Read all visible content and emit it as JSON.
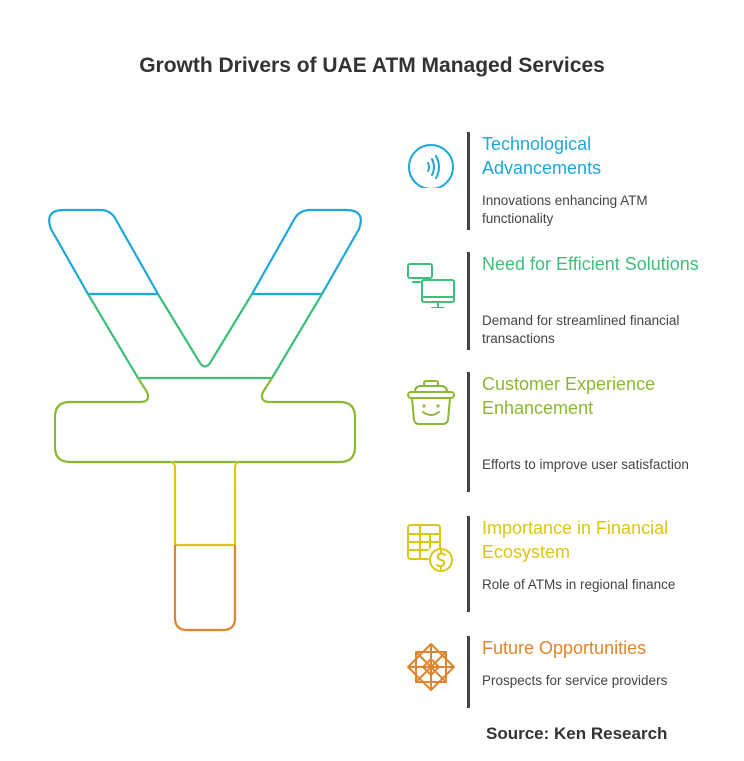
{
  "title": "Growth Drivers of UAE ATM Managed Services",
  "items": [
    {
      "title": "Technological Advancements",
      "desc": "Innovations enhancing ATM functionality",
      "icon": "contactless-icon",
      "color": "#1ea8d8"
    },
    {
      "title": "Need for Efficient Solutions",
      "desc": "Demand for streamlined financial transactions",
      "icon": "monitors-icon",
      "color": "#3dbf7a"
    },
    {
      "title": "Customer Experience Enhancement",
      "desc": "Efforts to improve user satisfaction",
      "icon": "smiling-basket-icon",
      "color": "#8ab833"
    },
    {
      "title": "Importance in Financial Ecosystem",
      "desc": "Role of ATMs in regional finance",
      "icon": "spreadsheet-dollar-icon",
      "color": "#dcc612"
    },
    {
      "title": "Future Opportunities",
      "desc": "Prospects for service providers",
      "icon": "star-pattern-icon",
      "color": "#e0852f"
    }
  ],
  "source": "Source: Ken Research"
}
